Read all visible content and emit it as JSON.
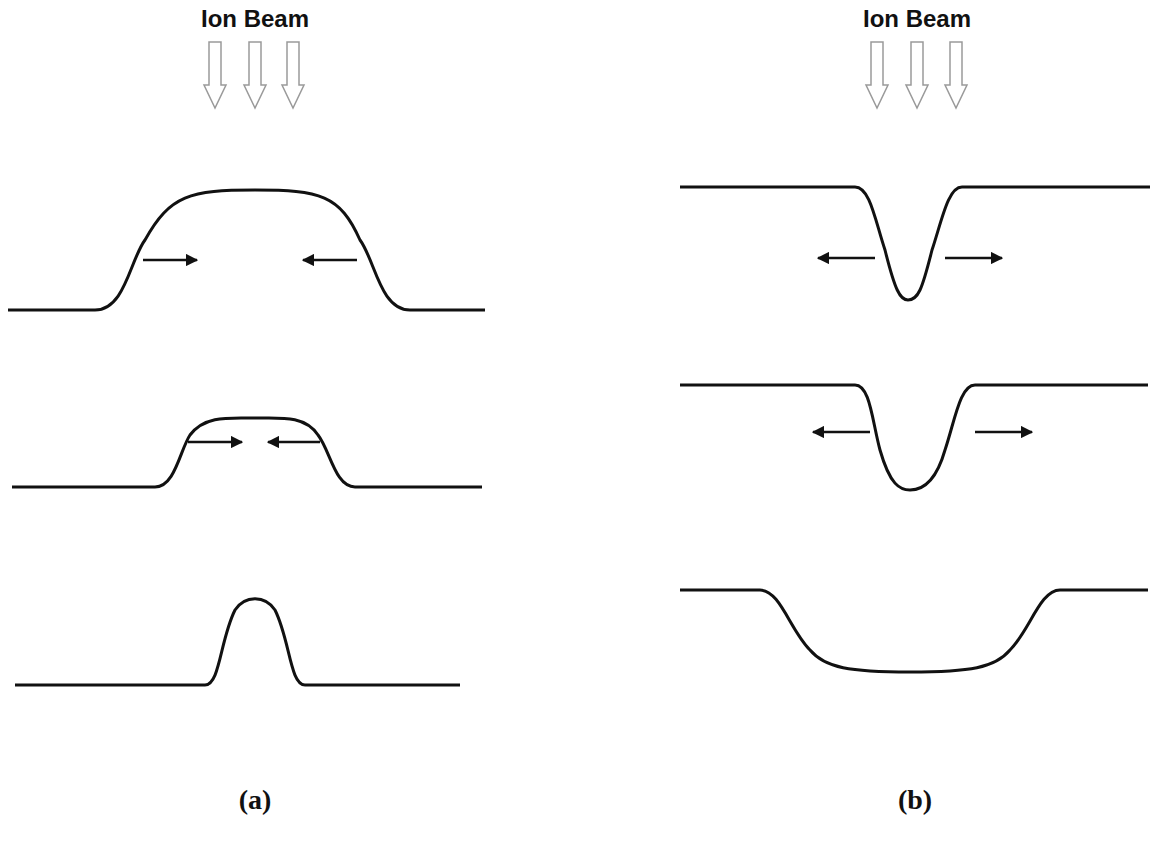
{
  "diagram": {
    "labels": [
      "Ion Beam",
      "Ion Beam",
      "(a)",
      "(b)"
    ]
  }
}
